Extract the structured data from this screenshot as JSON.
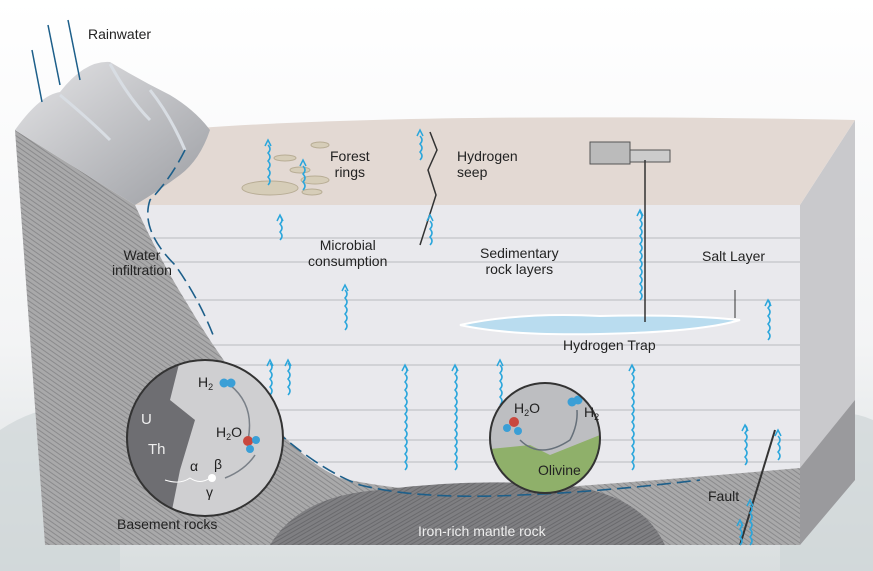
{
  "labels": {
    "rainwater": "Rainwater",
    "water_infiltration": "Water\ninfiltration",
    "forest_rings": "Forest\nrings",
    "hydrogen_seep": "Hydrogen\nseep",
    "microbial_consumption": "Microbial\nconsumption",
    "sedimentary_rock_layers": "Sedimentary\nrock layers",
    "salt_layer": "Salt Layer",
    "hydrogen_trap": "Hydrogen Trap",
    "basement_rocks": "Basement rocks",
    "iron_rich_mantle_rock": "Iron-rich mantle rock",
    "fault": "Fault"
  },
  "inset_radiolysis": {
    "uranium": "U",
    "thorium": "Th",
    "alpha": "α",
    "beta": "β",
    "gamma": "γ",
    "h2o": "H",
    "h2o_sub": "2",
    "h2o_tail": "O",
    "h2": "H",
    "h2_sub": "2"
  },
  "inset_serpentinization": {
    "h2o": "H",
    "h2o_sub": "2",
    "h2o_tail": "O",
    "h2": "H",
    "h2_sub": "2",
    "olivine": "Olivine"
  },
  "colors": {
    "hydrogen_arrow": "#2aa6dc",
    "water_arrow": "#1d5f8a",
    "olivine": "#8fb06a",
    "oxygen_atom": "#c9483e",
    "hydrogen_atom": "#3b9fd6"
  }
}
